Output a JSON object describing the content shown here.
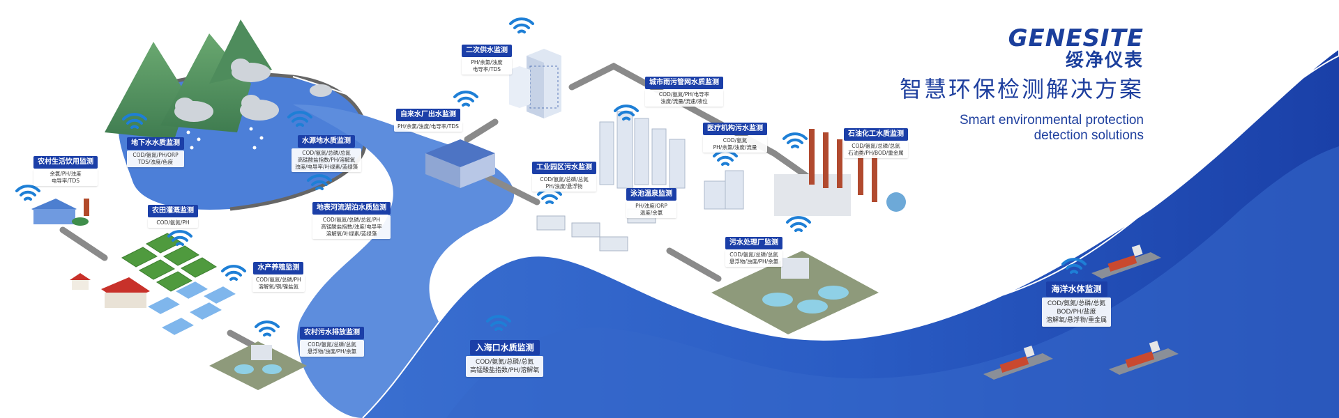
{
  "brand": {
    "logo_en": "GENESITE",
    "logo_cn": "绥净仪表",
    "color": "#1b3f9c"
  },
  "headline": {
    "title_cn": "智慧环保检测解决方案",
    "subtitle_en_line1": "Smart environmental protection",
    "subtitle_en_line2": "detection solutions"
  },
  "colors": {
    "water_dark": "#1d49b4",
    "water_light": "#5f8fdc",
    "label_bg": "#1b3fa8",
    "wifi": "#1e7fd6"
  },
  "stations": [
    {
      "key": "rural_drink",
      "title": "农村生活饮用监测",
      "params": [
        "余氯/PH/浊度",
        "电导率/TDS"
      ]
    },
    {
      "key": "groundwater",
      "title": "地下水水质监测",
      "params": [
        "COD/氨氮/PH/ORP",
        "TDS/浊度/色度"
      ]
    },
    {
      "key": "source_water",
      "title": "水源地水质监测",
      "params": [
        "COD/氨氮/总磷/总氮",
        "高锰酸盐指数/PH/溶解氧",
        "浊度/电导率/叶绿素/蓝绿藻"
      ]
    },
    {
      "key": "farmland",
      "title": "农田灌溉监测",
      "params": [
        "COD/氨氮/PH"
      ]
    },
    {
      "key": "surface_river",
      "title": "地表河流湖泊水质监测",
      "params": [
        "COD/氨氮/总磷/总氮/PH",
        "高锰酸盐指数/浊度/电导率",
        "溶解氧/叶绿素/蓝绿藻"
      ]
    },
    {
      "key": "aquaculture",
      "title": "水产养殖监测",
      "params": [
        "COD/氨氮/总磷/PH",
        "溶解氧/铜/镍盐氮"
      ]
    },
    {
      "key": "rural_sewage",
      "title": "农村污水排放监测",
      "params": [
        "COD/氨氮/总磷/总氮",
        "悬浮物/浊度/PH/余氯"
      ]
    },
    {
      "key": "secondary_supply",
      "title": "二次供水监测",
      "params": [
        "PH/余氯/浊度",
        "电导率/TDS"
      ]
    },
    {
      "key": "tap_water_plant",
      "title": "自来水厂出水监测",
      "params": [
        "PH/余氯/浊度/电导率/TDS"
      ]
    },
    {
      "key": "city_pipe",
      "title": "城市雨污管网水质监测",
      "params": [
        "COD/氨氮/PH/电导率",
        "浊度/流量/流速/液位"
      ]
    },
    {
      "key": "industrial_park",
      "title": "工业园区污水监测",
      "params": [
        "COD/氨氮/总磷/总氮",
        "PH/浊度/悬浮物"
      ]
    },
    {
      "key": "medical",
      "title": "医疗机构污水监测",
      "params": [
        "COD/氨氮",
        "PH/余氯/浊度/流量"
      ]
    },
    {
      "key": "petrochemical",
      "title": "石油化工水质监测",
      "params": [
        "COD/氨氮/总磷/总氮",
        "石油类/PH/BOD/重金属"
      ]
    },
    {
      "key": "swimming_pool",
      "title": "泳池温泉监测",
      "params": [
        "PH/浊度/ORP",
        "温度/余氯"
      ]
    },
    {
      "key": "sewage_plant",
      "title": "污水处理厂监测",
      "params": [
        "COD/氨氮/总磷/总氮",
        "悬浮物/浊度/PH/余氯"
      ]
    },
    {
      "key": "estuary",
      "title": "入海口水质监测",
      "params": [
        "COD/氨氮/总磷/总氮",
        "高锰酸盐指数/PH/溶解氧"
      ]
    },
    {
      "key": "ocean",
      "title": "海洋水体监测",
      "params": [
        "COD/氨氮/总磷/总氮",
        "BOD/PH/盐度",
        "溶解氧/悬浮物/重金属"
      ]
    }
  ]
}
